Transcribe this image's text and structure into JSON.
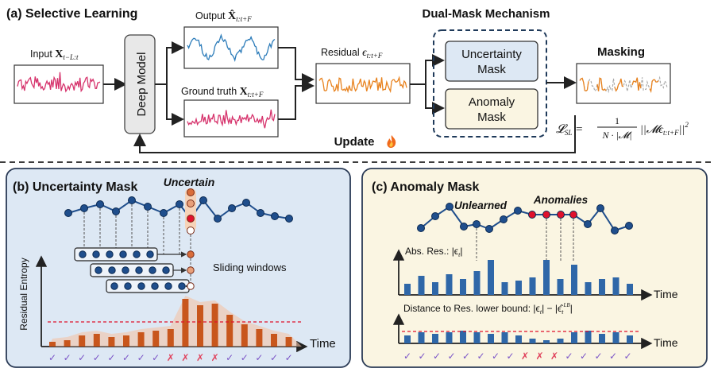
{
  "section_a": {
    "title": "(a) Selective Learning",
    "input_label": "Input",
    "input_math": "X",
    "input_sub": "t−L:t",
    "deep_model": "Deep Model",
    "output_label": "Output",
    "output_math": "X̂",
    "output_sub": "t:t+F",
    "ground_truth_label": "Ground truth",
    "ground_truth_math": "X",
    "ground_truth_sub": "t:t+F",
    "residual_label": "Residual",
    "residual_math": "ϵ",
    "residual_sub": "t:t+F",
    "dual_mask_title": "Dual-Mask Mechanism",
    "uncertainty_mask": [
      "Uncertainty",
      "Mask"
    ],
    "anomaly_mask": [
      "Anomaly",
      "Mask"
    ],
    "masking_label": "Masking",
    "update_label": "Update",
    "loss_lhs": "𝓛",
    "loss_lhs_sub": "SL",
    "loss_num": "1",
    "loss_den": "N · |𝓜|",
    "loss_rhs": "||𝓜ϵ",
    "loss_rhs_sub": "t:t+F",
    "loss_rhs_end": "||",
    "loss_sq": "2"
  },
  "section_b": {
    "title": "(b) Uncertainty Mask",
    "uncertain_label": "Uncertain",
    "sliding_windows_label": "Sliding windows",
    "y_axis_label": "Residual Entropy",
    "x_axis_label": "Time",
    "marks": [
      "✓",
      "✓",
      "✓",
      "✓",
      "✓",
      "✓",
      "✓",
      "✓",
      "✗",
      "✗",
      "✗",
      "✗",
      "✓",
      "✓",
      "✓",
      "✓",
      "✓"
    ]
  },
  "section_c": {
    "title": "(c) Anomaly Mask",
    "unlearned_label": "Unlearned",
    "anomalies_label": "Anomalies",
    "abs_res_label": "Abs. Res.: |ϵ",
    "abs_res_sub": "t",
    "abs_res_end": "|",
    "dist_label": "Distance to Res. lower bound: |ϵ",
    "dist_sub1": "t",
    "dist_mid": "| − |ϵ̂",
    "dist_sub2": "t",
    "dist_sup2": "LB",
    "dist_end": "|",
    "x_axis_label_1": "Time",
    "x_axis_label_2": "Time",
    "marks": [
      "✓",
      "✓",
      "✓",
      "✓",
      "✓",
      "✓",
      "✓",
      "✓",
      "✗",
      "✗",
      "✗",
      "✓",
      "✓",
      "✓",
      "✓",
      "✓"
    ]
  },
  "colors": {
    "pink_series": "#d6336c",
    "blue_series": "#2b7bb9",
    "orange_series": "#e8821e",
    "bar_orange": "#c8561c",
    "bar_blue": "#2f67a8",
    "panel_b_bg": "#dde8f4",
    "panel_c_bg": "#faf5e2",
    "node_blue": "#1f4e8c",
    "node_red": "#e0112b",
    "check_purple": "#7b55c7",
    "cross_red": "#e0405a"
  }
}
